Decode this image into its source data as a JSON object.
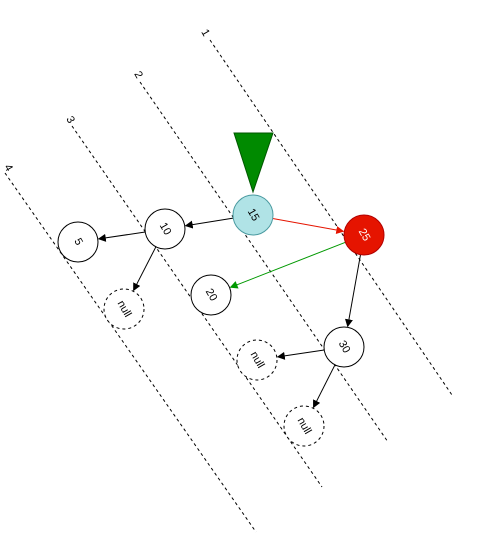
{
  "diagram": {
    "levels": [
      {
        "id": "lvl1",
        "label": "1"
      },
      {
        "id": "lvl2",
        "label": "2"
      },
      {
        "id": "lvl3",
        "label": "3"
      },
      {
        "id": "lvl4",
        "label": "4"
      }
    ],
    "nodes": [
      {
        "id": "n15",
        "label": "15",
        "fill": "#b0e3e6",
        "stroke": "#4a9aa0",
        "text_color": "#000000",
        "dashed": false
      },
      {
        "id": "n25",
        "label": "25",
        "fill": "#e51400",
        "stroke": "#b20000",
        "text_color": "#ffffff",
        "dashed": false
      },
      {
        "id": "n10",
        "label": "10",
        "fill": "#ffffff",
        "stroke": "#000000",
        "text_color": "#000000",
        "dashed": false
      },
      {
        "id": "n5",
        "label": "5",
        "fill": "#ffffff",
        "stroke": "#000000",
        "text_color": "#000000",
        "dashed": false
      },
      {
        "id": "nnull1",
        "label": "null",
        "fill": "#ffffff",
        "stroke": "#000000",
        "text_color": "#000000",
        "dashed": true
      },
      {
        "id": "n20",
        "label": "20",
        "fill": "#ffffff",
        "stroke": "#000000",
        "text_color": "#000000",
        "dashed": false
      },
      {
        "id": "n30",
        "label": "30",
        "fill": "#ffffff",
        "stroke": "#000000",
        "text_color": "#000000",
        "dashed": false
      },
      {
        "id": "nnull2",
        "label": "null",
        "fill": "#ffffff",
        "stroke": "#000000",
        "text_color": "#000000",
        "dashed": true
      },
      {
        "id": "nnull3",
        "label": "null",
        "fill": "#ffffff",
        "stroke": "#000000",
        "text_color": "#000000",
        "dashed": true
      }
    ],
    "edges": [
      {
        "from": "n15",
        "to": "n10",
        "color": "#000000"
      },
      {
        "from": "n15",
        "to": "n25",
        "color": "#e51400"
      },
      {
        "from": "n10",
        "to": "n5",
        "color": "#000000"
      },
      {
        "from": "n10",
        "to": "nnull1",
        "color": "#000000"
      },
      {
        "from": "n25",
        "to": "n20",
        "color": "#009900"
      },
      {
        "from": "n25",
        "to": "n30",
        "color": "#000000"
      },
      {
        "from": "n30",
        "to": "nnull2",
        "color": "#000000"
      },
      {
        "from": "n30",
        "to": "nnull3",
        "color": "#000000"
      }
    ],
    "pointer": {
      "color": "#008a00"
    }
  }
}
